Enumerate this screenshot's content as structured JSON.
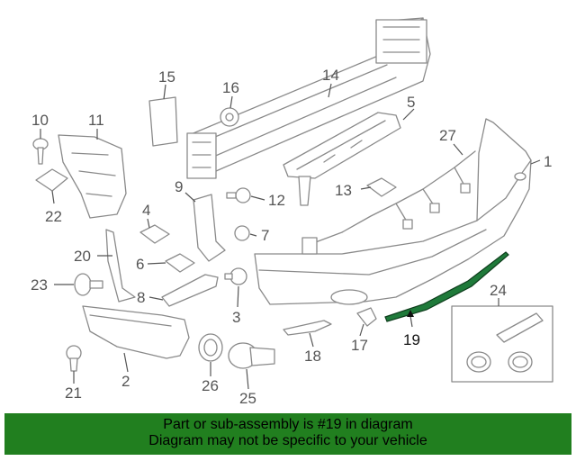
{
  "colors": {
    "banner_bg": "#217f1f",
    "highlight_part": "#1f7a3a",
    "line_art": "#8a8a8a"
  },
  "highlighted_part": "19",
  "callouts": {
    "c1": "1",
    "c2": "2",
    "c3": "3",
    "c4": "4",
    "c5": "5",
    "c6": "6",
    "c7": "7",
    "c8": "8",
    "c9": "9",
    "c10": "10",
    "c11": "11",
    "c12": "12",
    "c13": "13",
    "c14": "14",
    "c15": "15",
    "c16": "16",
    "c17": "17",
    "c18": "18",
    "c19": "19",
    "c20": "20",
    "c21": "21",
    "c22": "22",
    "c23": "23",
    "c24": "24",
    "c25": "25",
    "c26": "26",
    "c27": "27"
  },
  "banner": {
    "line1": "Part or sub-assembly is #19 in diagram",
    "line2": "Diagram may not be specific to your vehicle"
  }
}
